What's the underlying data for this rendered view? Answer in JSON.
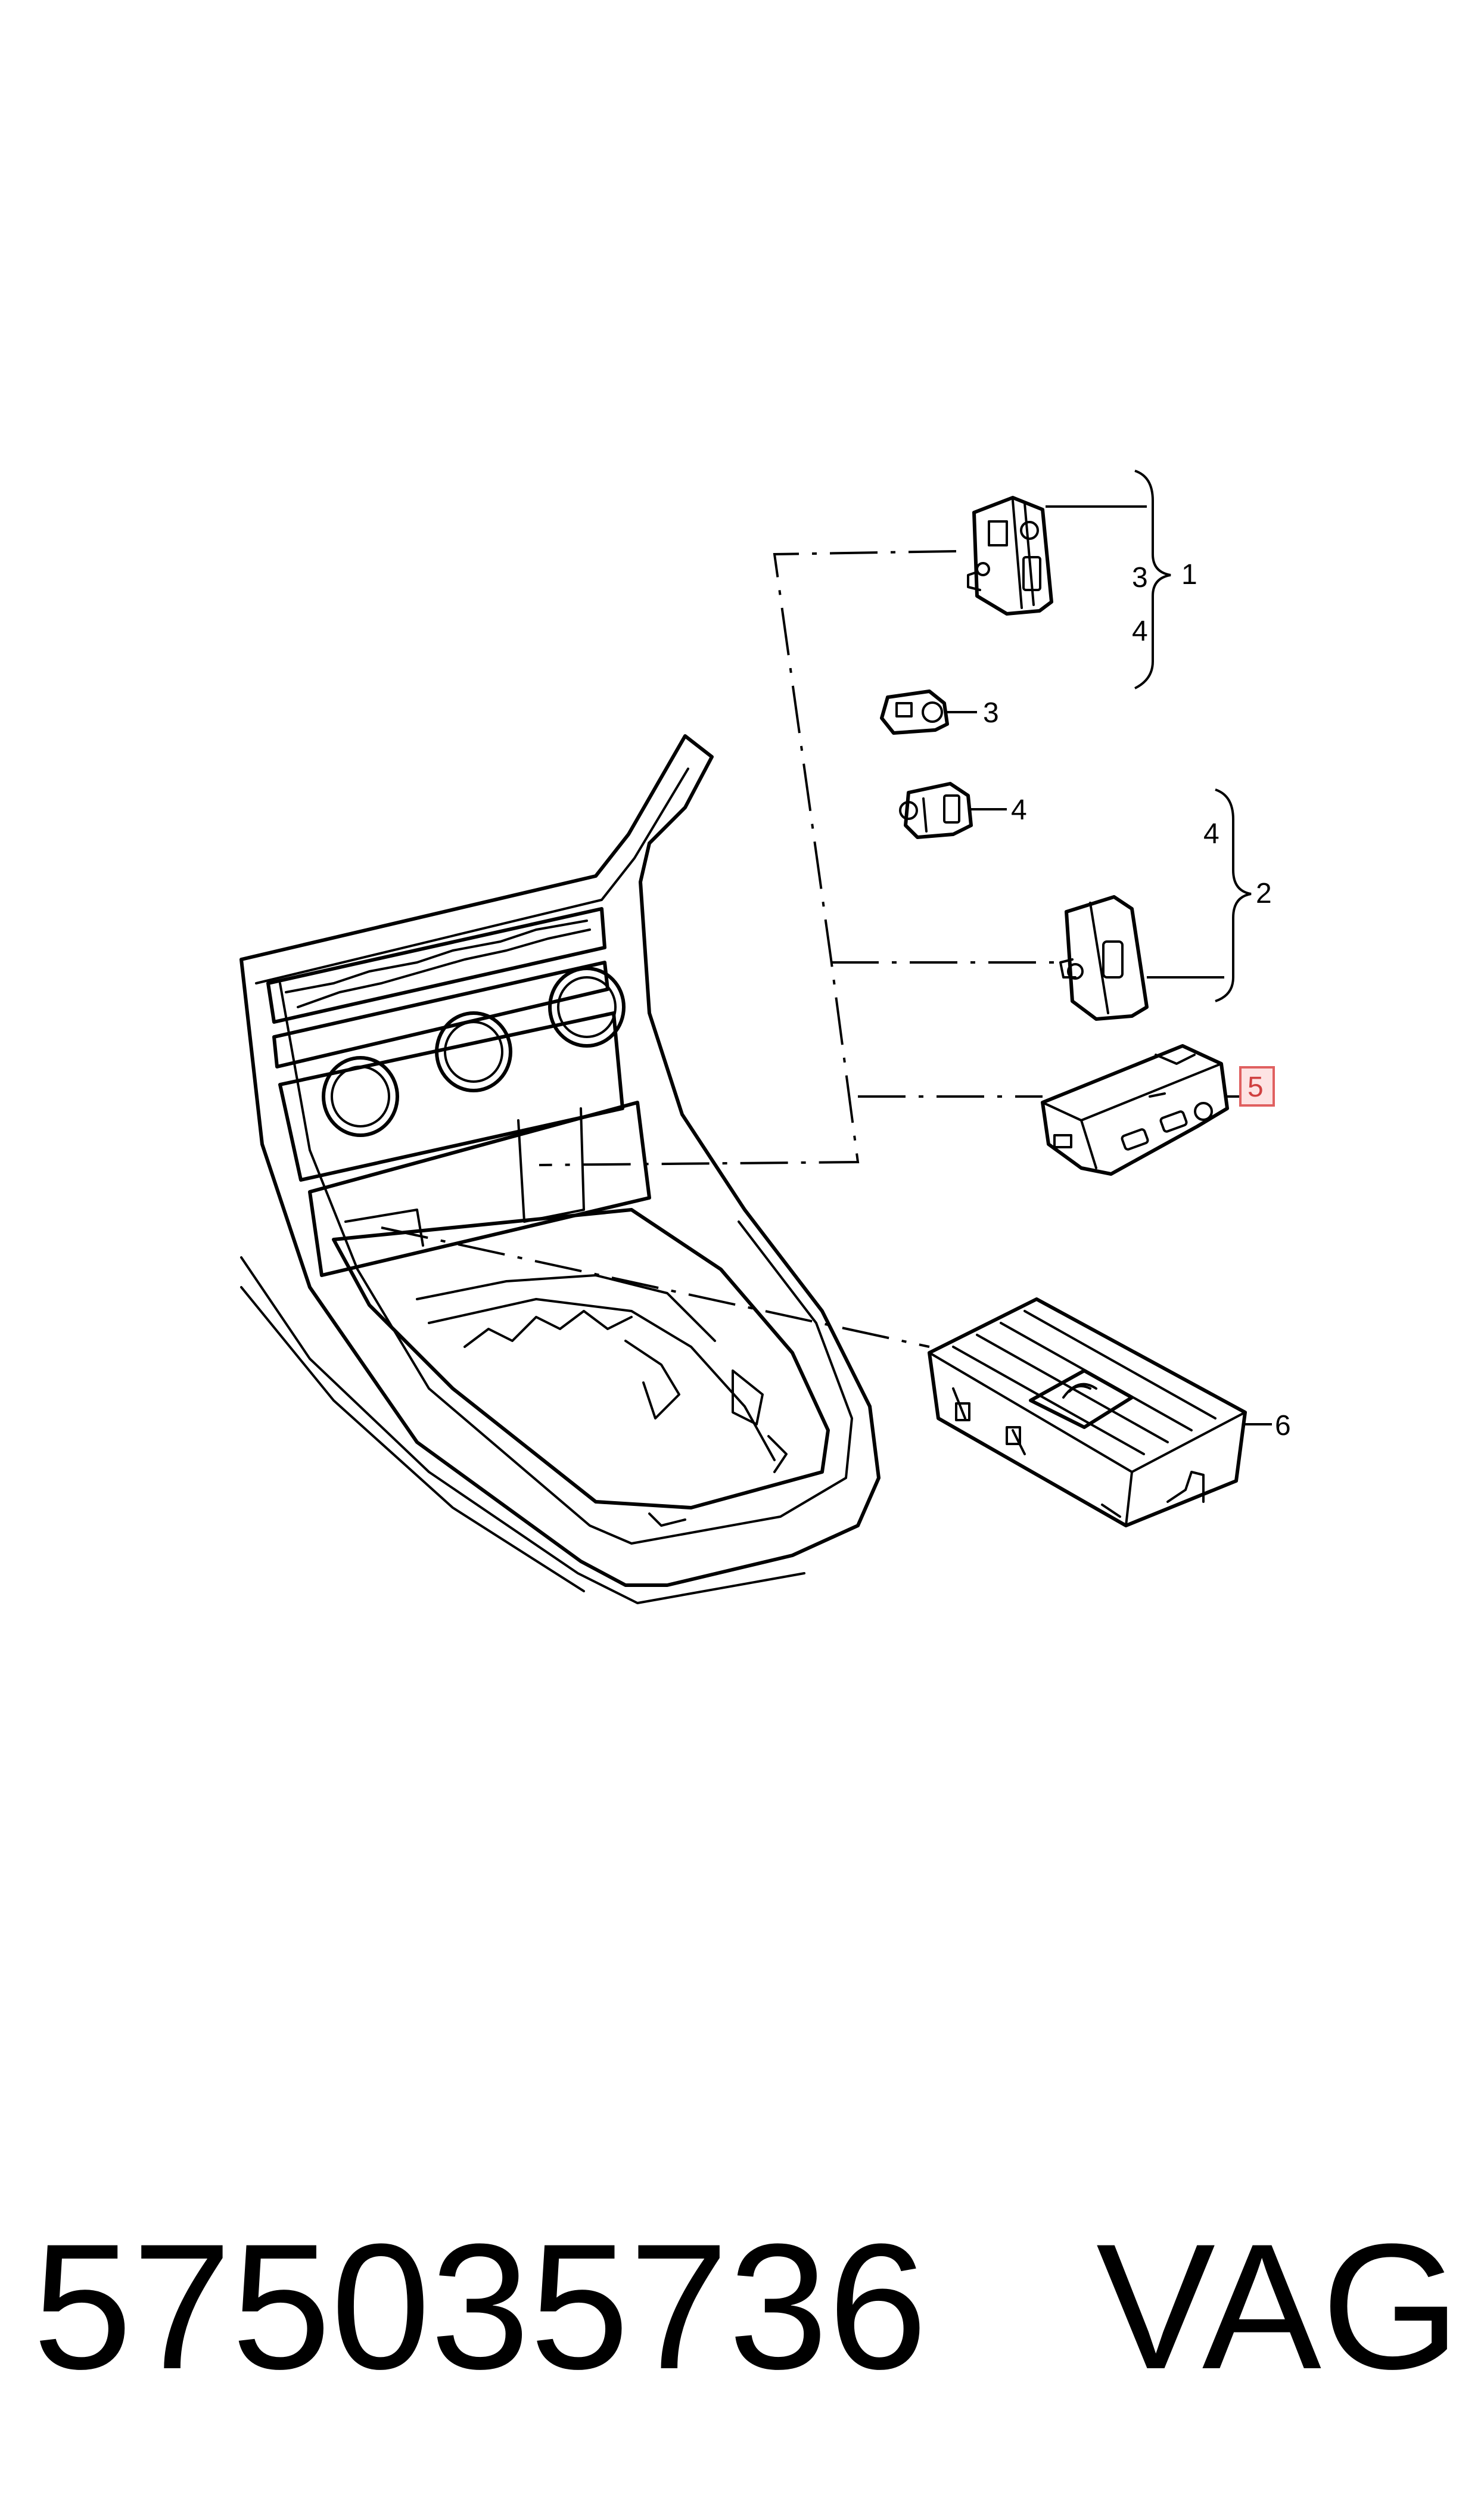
{
  "callouts": {
    "c1": "1",
    "c2": "2",
    "c3_top": "3",
    "c4_top": "4",
    "c3": "3",
    "c4": "4",
    "c4_mid": "4",
    "c5": "5",
    "c6": "6"
  },
  "highlight_color": "#e06060",
  "caption": {
    "part_number": "575035736",
    "brand": "VAG"
  }
}
